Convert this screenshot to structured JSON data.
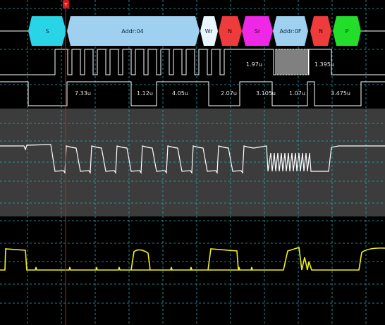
{
  "colors": {
    "background": "#000000",
    "analog_band": "#3c3c3c",
    "grid": "#2aa9b3",
    "digital": "#ffffff",
    "ch1": "#ffffff",
    "ch2": "#f2ee1a",
    "cursor": "#d21a1a"
  },
  "cursor": {
    "marker": "T",
    "icon": "trigger-marker-icon"
  },
  "decode": {
    "segments": [
      {
        "label": "S",
        "color": "#28d4e6",
        "text_color": "#0a2a40"
      },
      {
        "label": "Addr:04",
        "color": "#9fd0ef",
        "text_color": "#0a2a40"
      },
      {
        "label": "Wr",
        "color": "#e9f6ff",
        "text_color": "#0a2a40"
      },
      {
        "label": "N",
        "color": "#ee3b3b",
        "text_color": "#3a0000"
      },
      {
        "label": "Sr",
        "color": "#ee28e6",
        "text_color": "#3a0030"
      },
      {
        "label": "Addr:0F",
        "color": "#9fd0ef",
        "text_color": "#0a2a40"
      },
      {
        "label": "N",
        "color": "#ee3b3b",
        "text_color": "#3a0000"
      },
      {
        "label": "P",
        "color": "#22dd2a",
        "text_color": "#003a00"
      }
    ]
  },
  "timing": {
    "row1": [
      "1.97u",
      "1.395u"
    ],
    "row2": [
      "7.33u",
      "1.12u",
      "4.05u",
      "2.07u",
      "3.105u",
      "1.07u",
      "3.475u"
    ]
  }
}
